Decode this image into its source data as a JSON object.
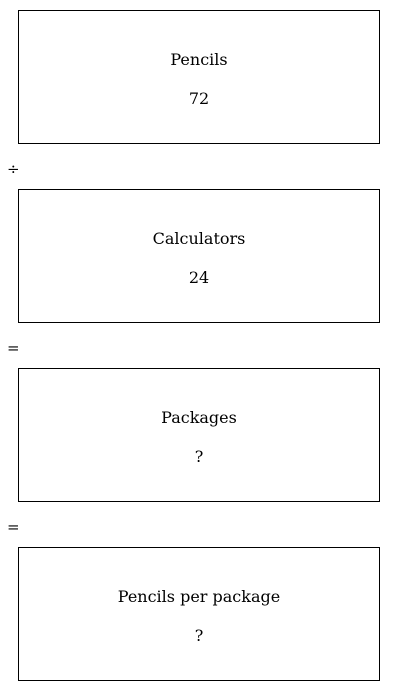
{
  "boxes": [
    {
      "label": "Pencils",
      "value": "72"
    },
    {
      "label": "Calculators",
      "value": "24"
    },
    {
      "label": "Packages",
      "value": "?"
    },
    {
      "label": "Pencils per package",
      "value": "?"
    }
  ],
  "operators": [
    "÷",
    "=",
    "="
  ]
}
